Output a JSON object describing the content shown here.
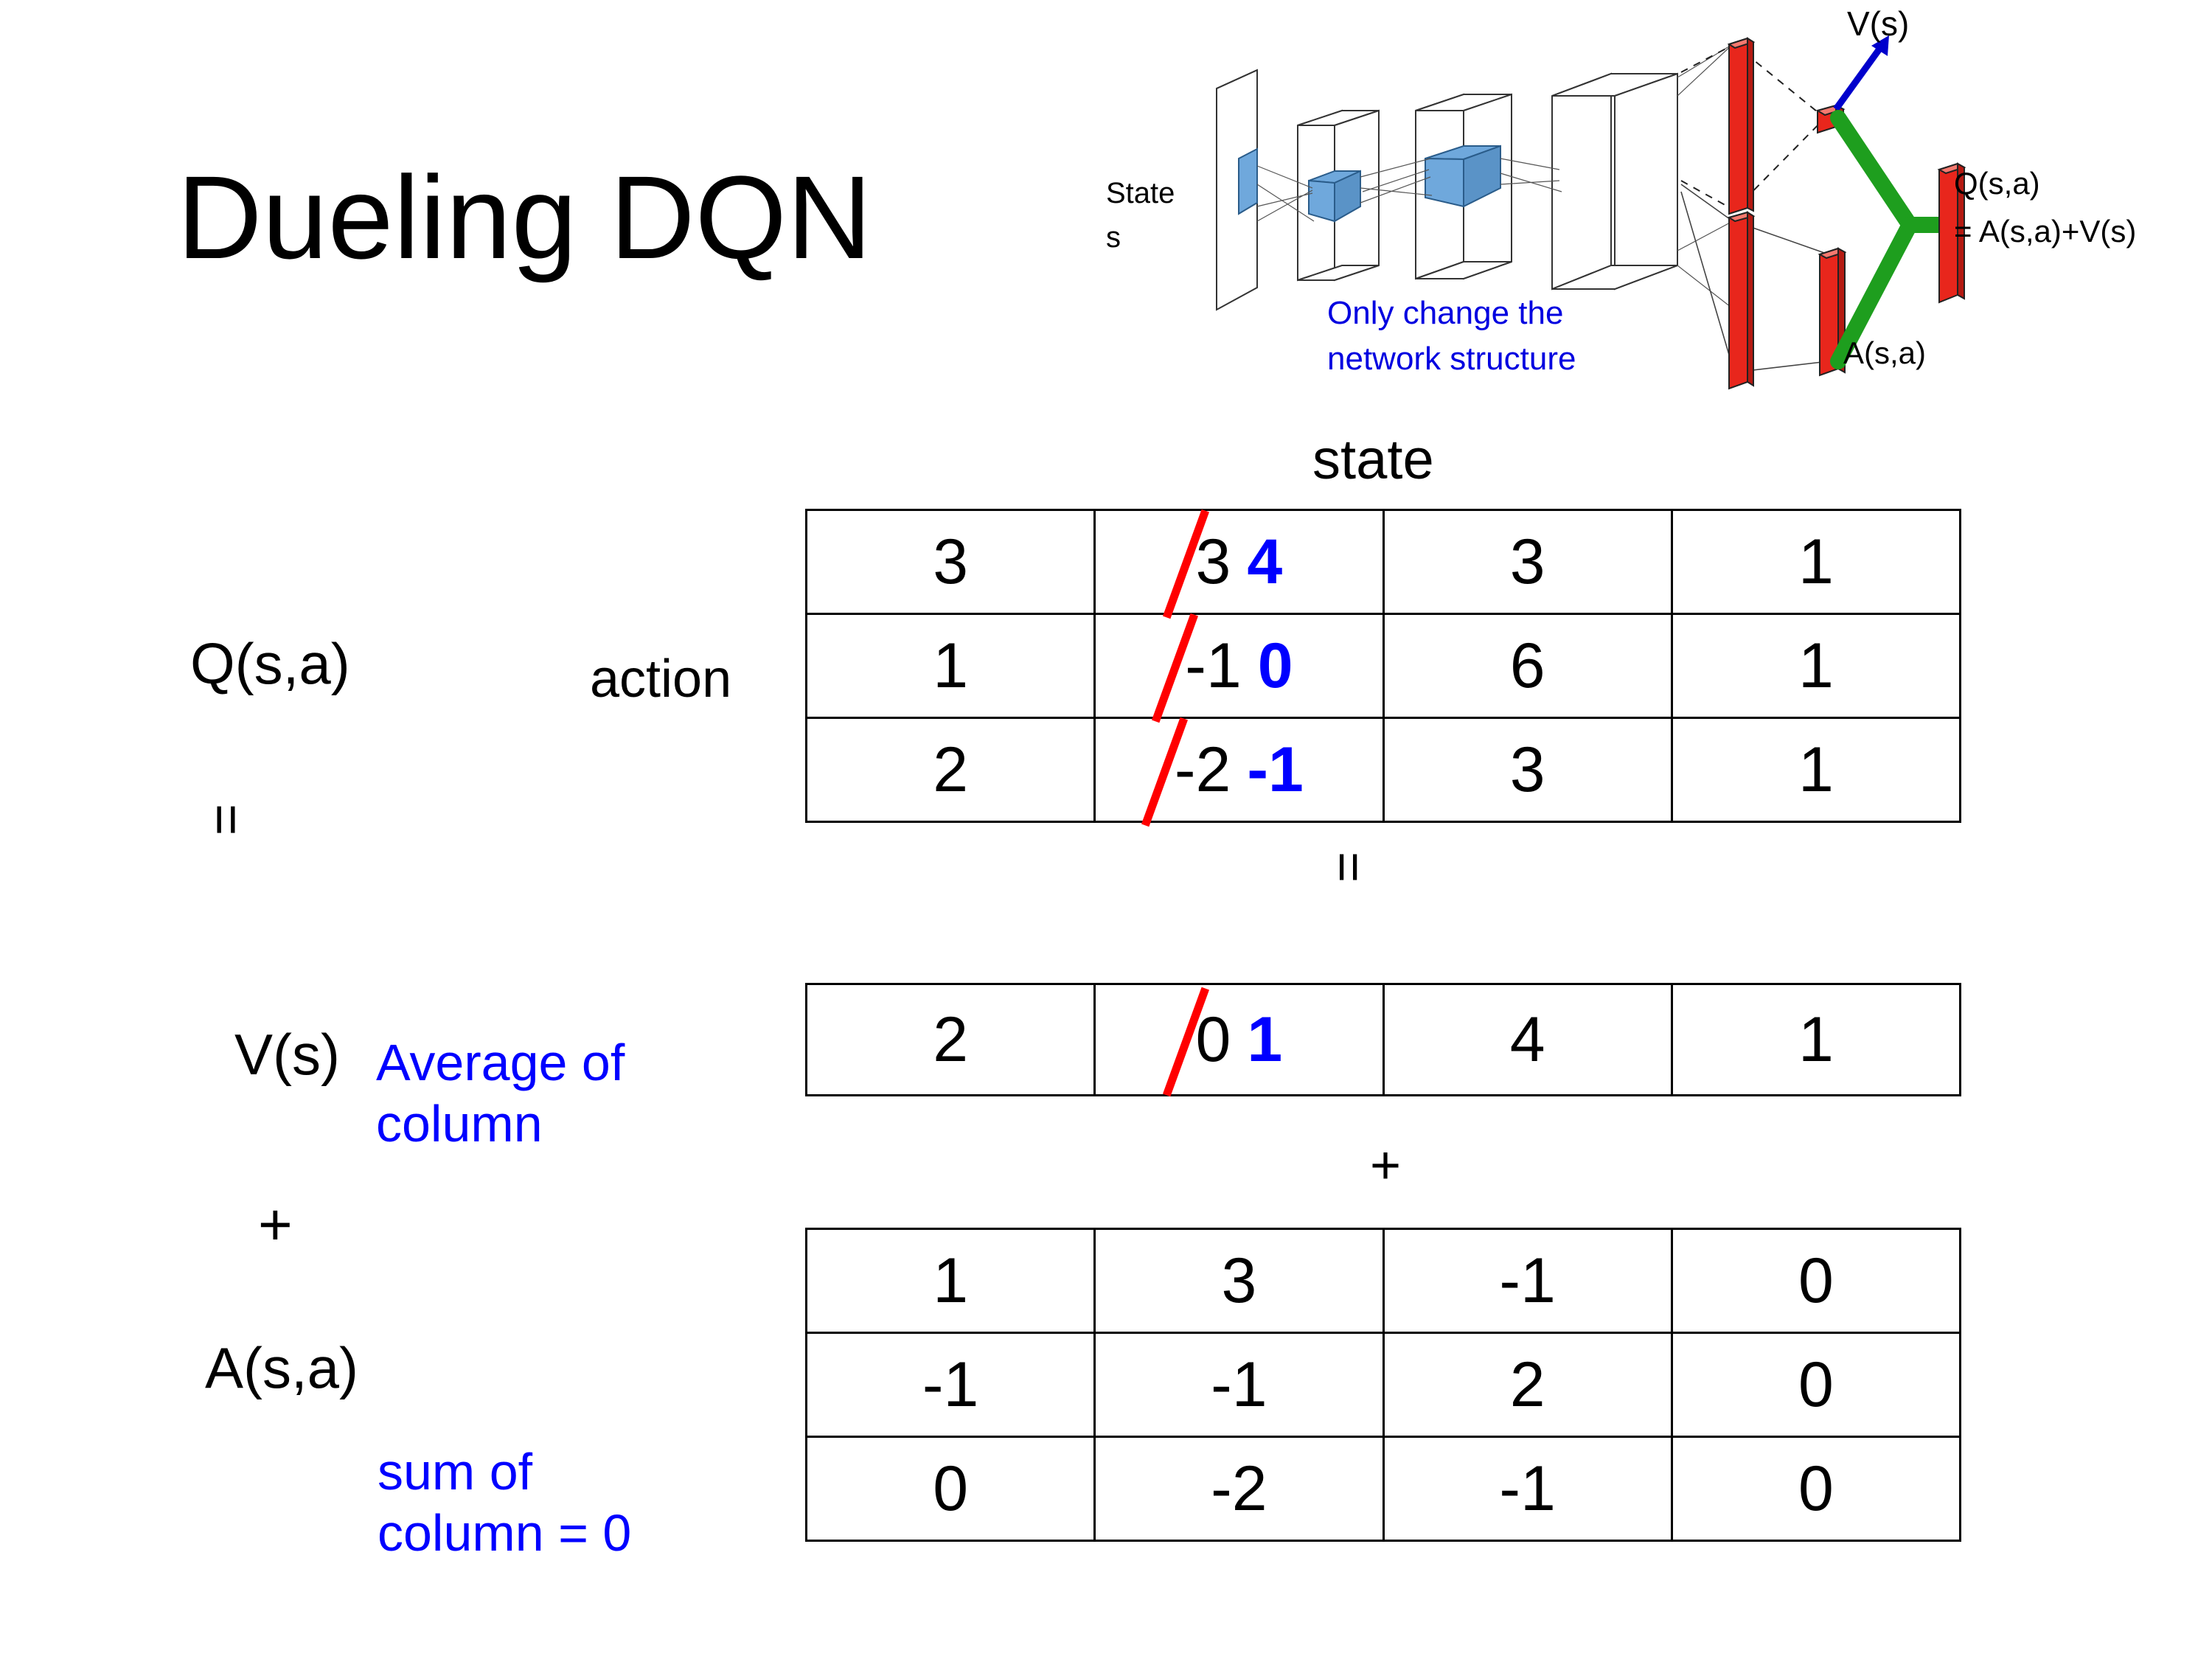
{
  "title": "Dueling DQN",
  "diagram": {
    "state_label": "State",
    "state_sub": "s",
    "v_label": "V(s)",
    "q_label_line1": "Q(s,a)",
    "q_label_line2": "= A(s,a)+V(s)",
    "a_label": "A(s,a)",
    "note_line1": "Only change the",
    "note_line2": "network structure",
    "colors": {
      "bar_red": "#E8261C",
      "merge_green": "#1E9E1E",
      "arrow_blue": "#0000CC",
      "conv_blue": "#6FA8DC",
      "note_blue": "#0000E0"
    }
  },
  "labels": {
    "q_label": "Q(s,a)",
    "v_label": "V(s)",
    "a_label": "A(s,a)",
    "action_label": "action",
    "state_header": "state",
    "equals_left": "=",
    "plus_left": "+",
    "equals_mid": "=",
    "plus_mid": "+"
  },
  "notes": {
    "average_line1": "Average of",
    "average_line2": "column",
    "sum_line1": "sum of",
    "sum_line2": "column = 0",
    "color": "#0000FF"
  },
  "edit_colors": {
    "strike_red": "#FF0000",
    "new_blue": "#0000FF"
  },
  "chart_data": {
    "type": "table",
    "title": "Dueling DQN  Q(s,a) = V(s) + A(s,a)",
    "row_axis": "action",
    "col_axis": "state",
    "tables": [
      {
        "name": "Q(s,a)",
        "rows": 3,
        "cols": 4,
        "values": [
          [
            3,
            3,
            3,
            1
          ],
          [
            1,
            -1,
            6,
            1
          ],
          [
            2,
            -2,
            3,
            1
          ]
        ],
        "edits": [
          {
            "row": 0,
            "col": 1,
            "old": "3",
            "new": "4"
          },
          {
            "row": 1,
            "col": 1,
            "old": "-1",
            "new": "0"
          },
          {
            "row": 2,
            "col": 1,
            "old": "-2",
            "new": "-1"
          }
        ]
      },
      {
        "name": "V(s)",
        "rows": 1,
        "cols": 4,
        "values": [
          [
            2,
            0,
            4,
            1
          ]
        ],
        "edits": [
          {
            "row": 0,
            "col": 1,
            "old": "0",
            "new": "1"
          }
        ]
      },
      {
        "name": "A(s,a)",
        "rows": 3,
        "cols": 4,
        "values": [
          [
            1,
            3,
            -1,
            0
          ],
          [
            -1,
            -1,
            2,
            0
          ],
          [
            0,
            -2,
            -1,
            0
          ]
        ],
        "edits": []
      }
    ]
  }
}
